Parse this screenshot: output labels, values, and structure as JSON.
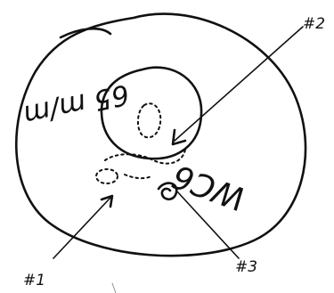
{
  "diagram": {
    "labels": {
      "outer_text": "65 m/m",
      "inner_text": "WC6",
      "marker_1": "#1",
      "marker_2": "#2",
      "marker_3": "#3"
    },
    "colors": {
      "ink": "#111111",
      "paper": "#ffffff"
    }
  }
}
